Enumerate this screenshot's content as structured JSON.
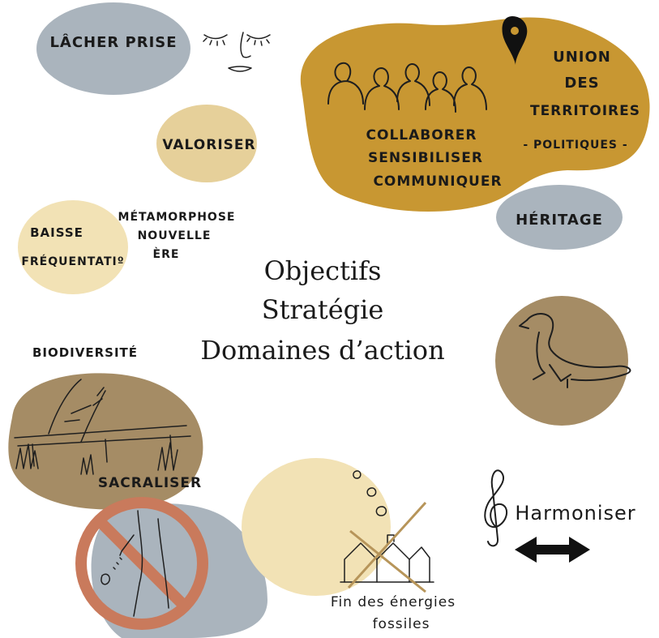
{
  "center": {
    "line1": "Objectifs",
    "line2": "Stratégie",
    "line3": "Domaines d’action"
  },
  "labels": {
    "lacher_prise": "LÂCHER PRISE",
    "valoriser": "VALORISER",
    "union_1": "UNION",
    "union_2": "DES",
    "union_3": "TERRITOIRES",
    "politiques": "- POLITIQUES -",
    "collaborer": "COLLABORER",
    "sensibiliser": "SENSIBILISER",
    "communiquer": "COMMUNIQUER",
    "heritage": "HÉRITAGE",
    "baisse_1": "BAISSE",
    "baisse_2": "FRÉQUENTATIº",
    "metamorphose_1": "MÉTAMORPHOSE",
    "metamorphose_2": "NOUVELLE",
    "metamorphose_3": "ÈRE",
    "biodiversite": "BIODIVERSITÉ",
    "sacraliser": "SACRALISER",
    "harmoniser": "Harmoniser",
    "fin_1": "Fin des énergies",
    "fin_2": "fossiles"
  },
  "colors": {
    "grey_blob": "#aab4bd",
    "sand_blob": "#e6d09a",
    "ochre_blob": "#c89732",
    "brown_blob": "#a58c65",
    "cream_blob": "#f2e2b5",
    "red_sign": "#c97a5c",
    "ink": "#1f1f1f"
  },
  "icons": [
    "face-icon",
    "people-icon",
    "location-pin-icon",
    "seal-icon",
    "grass-bench-icon",
    "no-littering-icon",
    "factory-smoke-icon",
    "treble-clef-icon",
    "double-arrow-icon"
  ]
}
